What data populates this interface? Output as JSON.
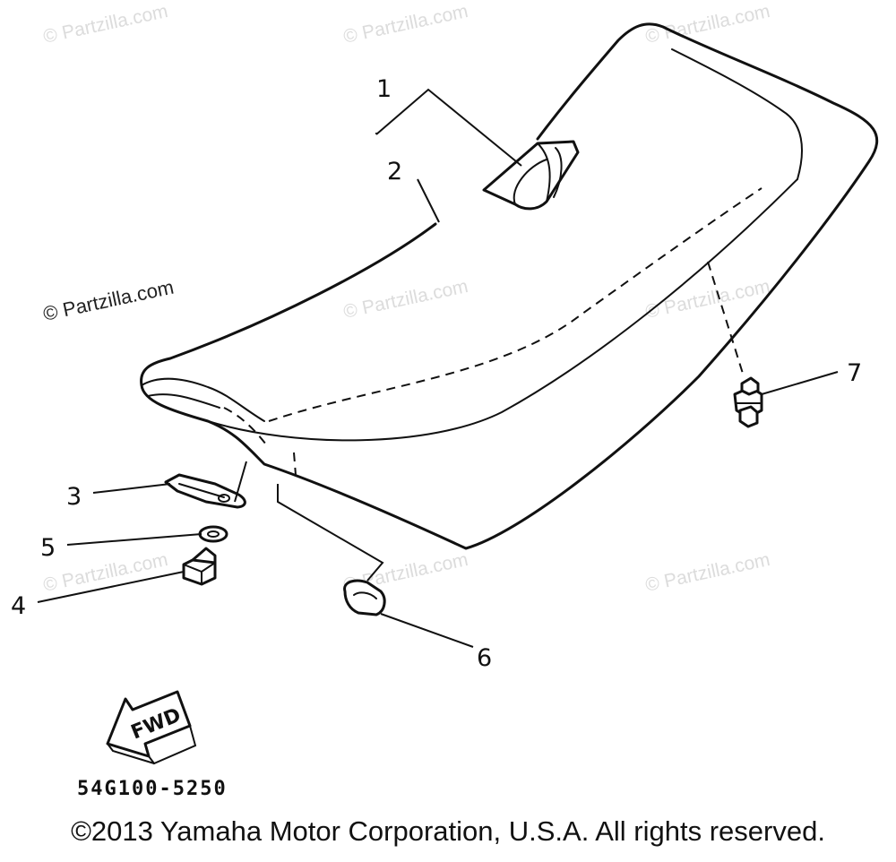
{
  "watermarks": {
    "w1": "© Partzilla.com",
    "w2": "© Partzilla.com",
    "w3": "© Partzilla.com",
    "w4": "© Partzilla.com",
    "w5": "© Partzilla.com",
    "w6": "© Partzilla.com",
    "w7": "© Partzilla.com",
    "w8": "© Partzilla.com",
    "w9": "© Partzilla.com",
    "dark": "© Partzilla.com"
  },
  "callouts": {
    "c1": "1",
    "c2": "2",
    "c3": "3",
    "c4": "4",
    "c5": "5",
    "c6": "6",
    "c7": "7"
  },
  "fwd_label": "FWD",
  "diagram_code": "54G100-5250",
  "copyright": "©2013 Yamaha Motor Corporation, U.S.A. All rights reserved."
}
